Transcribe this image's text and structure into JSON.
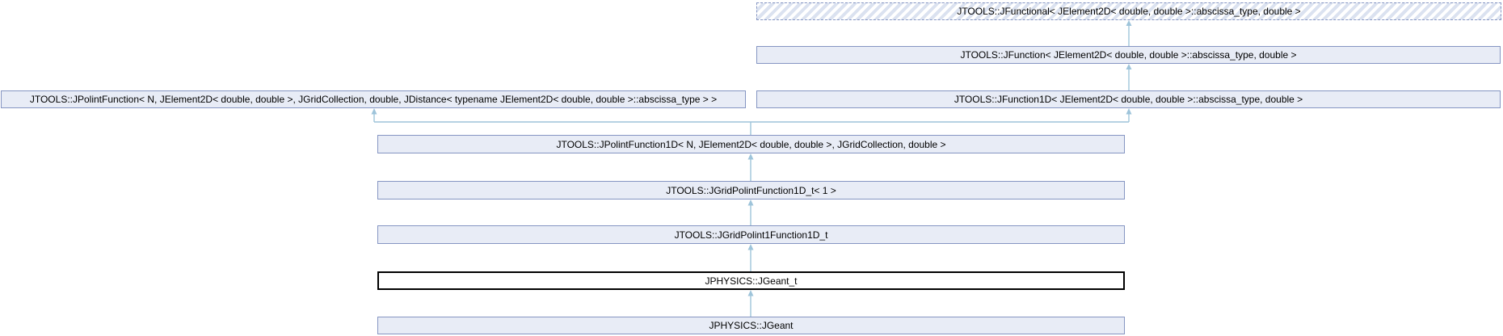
{
  "diagram": {
    "kind": "class-inheritance-graph",
    "colors": {
      "node_fill": "#e8ecf6",
      "node_border": "#8595c2",
      "hatch_stripe": "#dbe2f0",
      "edge": "#9ec4da",
      "current_border": "#000000",
      "current_fill": "#ffffff",
      "text": "#000000",
      "background": "#ffffff"
    },
    "nodes": {
      "jfunctional": {
        "label": "JTOOLS::JFunctional< JElement2D< double, double >::abscissa_type, double >",
        "style": "dashed-hatched"
      },
      "jfunction": {
        "label": "JTOOLS::JFunction< JElement2D< double, double >::abscissa_type, double >",
        "style": "normal"
      },
      "jpolintfunction": {
        "label": "JTOOLS::JPolintFunction< N, JElement2D< double, double >, JGridCollection, double, JDistance< typename JElement2D< double, double >::abscissa_type > >",
        "style": "normal"
      },
      "jfunction1d": {
        "label": "JTOOLS::JFunction1D< JElement2D< double, double >::abscissa_type, double >",
        "style": "normal"
      },
      "jpolintfunction1d": {
        "label": "JTOOLS::JPolintFunction1D< N, JElement2D< double, double >, JGridCollection, double >",
        "style": "normal"
      },
      "jgridpolintfunction1d_t": {
        "label": "JTOOLS::JGridPolintFunction1D_t< 1 >",
        "style": "normal"
      },
      "jgridpolint1function1d_t": {
        "label": "JTOOLS::JGridPolint1Function1D_t",
        "style": "normal"
      },
      "jgeant_t": {
        "label": "JPHYSICS::JGeant_t",
        "style": "current"
      },
      "jgeant": {
        "label": "JPHYSICS::JGeant",
        "style": "normal"
      }
    },
    "edges": [
      {
        "from": "jfunction",
        "to": "jfunctional"
      },
      {
        "from": "jfunction1d",
        "to": "jfunction"
      },
      {
        "from": "jpolintfunction1d",
        "to": "jpolintfunction"
      },
      {
        "from": "jpolintfunction1d",
        "to": "jfunction1d"
      },
      {
        "from": "jgridpolintfunction1d_t",
        "to": "jpolintfunction1d"
      },
      {
        "from": "jgridpolint1function1d_t",
        "to": "jgridpolintfunction1d_t"
      },
      {
        "from": "jgeant_t",
        "to": "jgridpolint1function1d_t"
      },
      {
        "from": "jgeant",
        "to": "jgeant_t"
      }
    ]
  }
}
